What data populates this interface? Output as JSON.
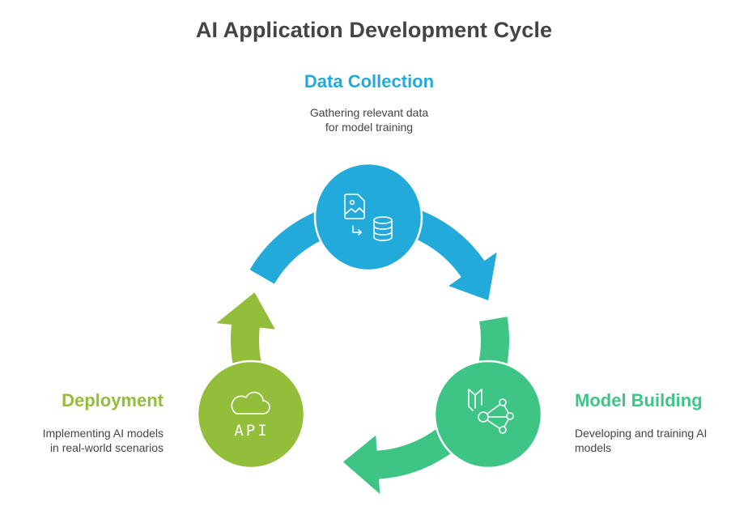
{
  "title": "AI Application Development Cycle",
  "steps": [
    {
      "id": "data-collection",
      "title": "Data Collection",
      "description_lines": [
        "Gathering relevant data",
        "for model training"
      ],
      "color": "#22AADB",
      "icon": "image-to-database-icon"
    },
    {
      "id": "model-building",
      "title": "Model Building",
      "description_lines": [
        "Developing and training AI",
        "models"
      ],
      "color": "#3EC585",
      "icon": "book-network-icon"
    },
    {
      "id": "deployment",
      "title": "Deployment",
      "description_lines": [
        "Implementing AI models",
        "in real-world scenarios"
      ],
      "color": "#92BE3A",
      "icon": "cloud-api-icon",
      "icon_text": "API"
    }
  ],
  "colors": {
    "title": "#444444",
    "text": "#444444"
  }
}
